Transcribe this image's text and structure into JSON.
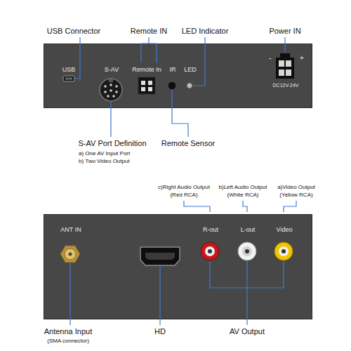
{
  "diagram": {
    "nodes": [
      {
        "text": [
          "USB",
          "S-AV",
          "Remote In",
          "IR",
          "LED",
          "-",
          "+",
          "DC12V-24V"
        ]
      },
      {
        "text": [
          "ANT IN",
          "R-out",
          "L-out",
          "Video"
        ]
      }
    ],
    "labels": [
      "USB Connector",
      "Remote IN",
      "LED Indicator",
      "Power IN",
      "S-AV Port Definition",
      "a) One AV Input Port",
      "b) Two Video Output",
      "Remote Sensor",
      "c)Right Audio Output",
      "(Red RCA)",
      "b)Left Audio Output",
      "(White RCA)",
      "a)Video Output",
      "(Yellow RCA)",
      "Antenna Input",
      "(SMA connector)",
      "HD",
      "AV Output"
    ]
  }
}
